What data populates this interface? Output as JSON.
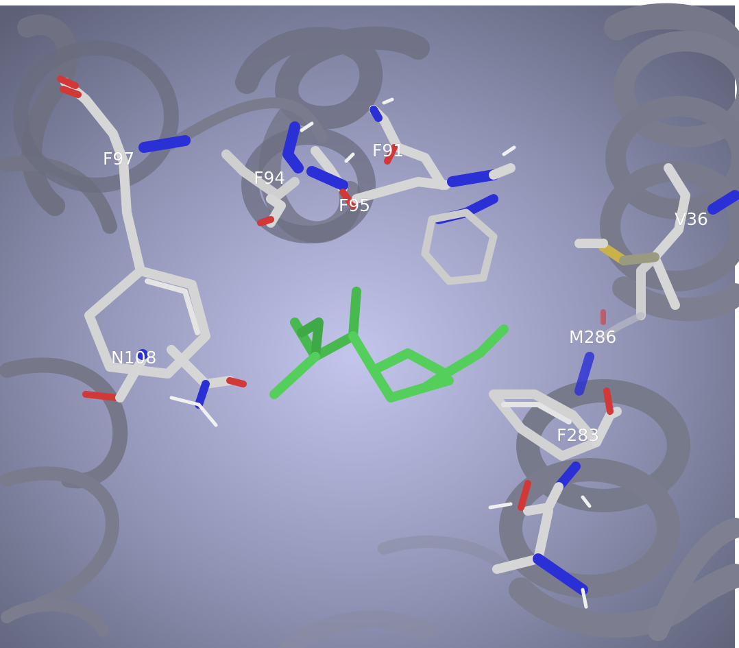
{
  "colors": {
    "background_center": "#c3c5ec",
    "background_edge": "#5d6076",
    "ribbon": "#7b7d8c",
    "ribbon_edge": "#5f6170",
    "carbon": "#d8d8d8",
    "nitrogen": "#2b2fd6",
    "oxygen": "#d23838",
    "sulfur": "#c9b24a",
    "hydrogen": "#f2f2f2",
    "ligand": "#55cf5c"
  },
  "labels": {
    "f97": "F97",
    "f94": "F94",
    "f91": "F91",
    "f95": "F95",
    "v36": "V36",
    "n108": "N108",
    "m286": "M286",
    "f283": "F283"
  }
}
